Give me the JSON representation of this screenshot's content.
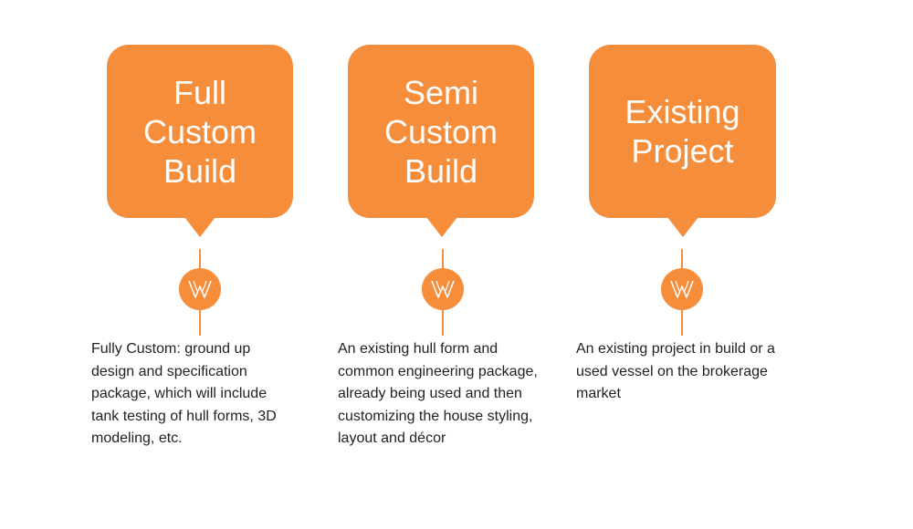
{
  "accent_color": "#F68D3A",
  "logo_icon": "w-monogram-icon",
  "options": [
    {
      "title": "Full\nCustom\nBuild",
      "description": "Fully Custom: ground up design and specification package, which will include tank testing of hull forms, 3D modeling, etc."
    },
    {
      "title": "Semi\nCustom\nBuild",
      "description": "An existing hull form and common engineering package, already being used and then customizing the house styling, layout and décor"
    },
    {
      "title": "Existing\nProject",
      "description": "An existing project in build or a used vessel on the brokerage market"
    }
  ]
}
